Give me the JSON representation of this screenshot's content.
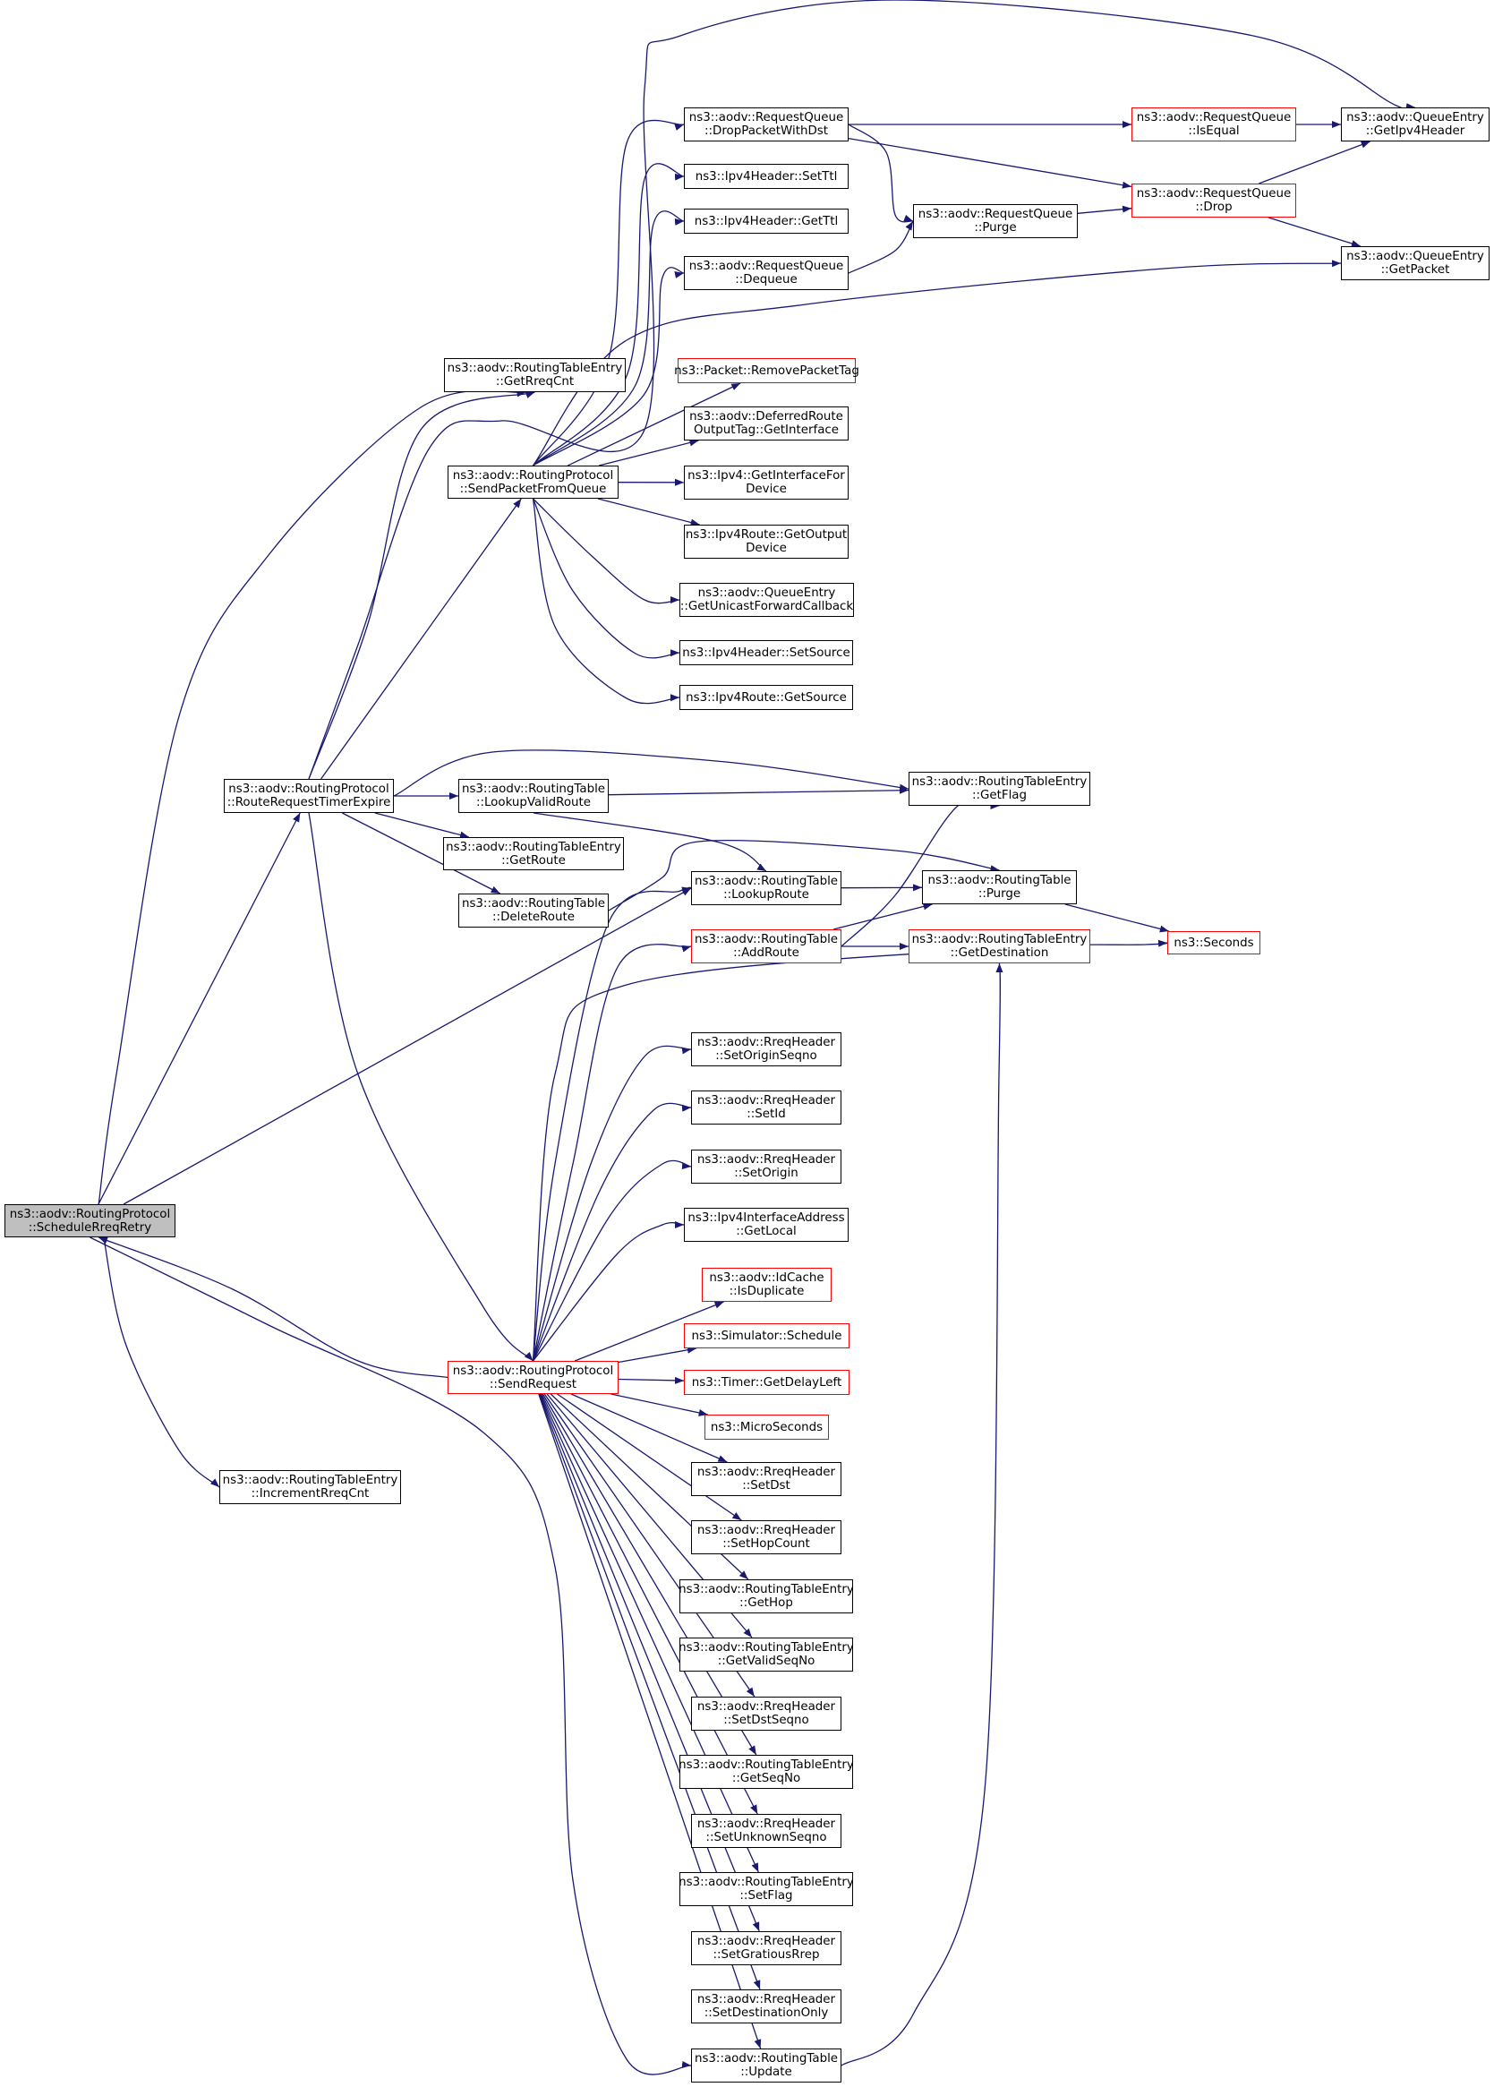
{
  "colors": {
    "edge": "#191970",
    "border": "#000000",
    "border_truncated": "#ff0000",
    "root_fill": "#bfbfbf"
  },
  "nodes": {
    "schedule_rreq_retry": {
      "lines": [
        "ns3::aodv::RoutingProtocol",
        "::ScheduleRreqRetry"
      ],
      "style": "root"
    },
    "route_request_timer_expire": {
      "lines": [
        "ns3::aodv::RoutingProtocol",
        "::RouteRequestTimerExpire"
      ],
      "style": "normal"
    },
    "increment_rreq_cnt": {
      "lines": [
        "ns3::aodv::RoutingTableEntry",
        "::IncrementRreqCnt"
      ],
      "style": "normal"
    },
    "get_rreq_cnt": {
      "lines": [
        "ns3::aodv::RoutingTableEntry",
        "::GetRreqCnt"
      ],
      "style": "normal"
    },
    "send_packet_from_queue": {
      "lines": [
        "ns3::aodv::RoutingProtocol",
        "::SendPacketFromQueue"
      ],
      "style": "normal"
    },
    "send_request": {
      "lines": [
        "ns3::aodv::RoutingProtocol",
        "::SendRequest"
      ],
      "style": "red"
    },
    "lookup_valid_route": {
      "lines": [
        "ns3::aodv::RoutingTable",
        "::LookupValidRoute"
      ],
      "style": "normal"
    },
    "rte_get_route": {
      "lines": [
        "ns3::aodv::RoutingTableEntry",
        "::GetRoute"
      ],
      "style": "normal"
    },
    "delete_route": {
      "lines": [
        "ns3::aodv::RoutingTable",
        "::DeleteRoute"
      ],
      "style": "normal"
    },
    "drop_packet_with_dst": {
      "lines": [
        "ns3::aodv::RequestQueue",
        "::DropPacketWithDst"
      ],
      "style": "normal"
    },
    "ipv4header_set_ttl": {
      "lines": [
        "ns3::Ipv4Header::SetTtl"
      ],
      "style": "normal"
    },
    "ipv4header_get_ttl": {
      "lines": [
        "ns3::Ipv4Header::GetTtl"
      ],
      "style": "normal"
    },
    "request_queue_dequeue": {
      "lines": [
        "ns3::aodv::RequestQueue",
        "::Dequeue"
      ],
      "style": "normal"
    },
    "remove_packet_tag": {
      "lines": [
        "ns3::Packet::RemovePacketTag"
      ],
      "style": "red"
    },
    "deferred_get_interface": {
      "lines": [
        "ns3::aodv::DeferredRoute",
        "OutputTag::GetInterface"
      ],
      "style": "normal"
    },
    "get_interface_for_device": {
      "lines": [
        "ns3::Ipv4::GetInterfaceFor",
        "Device"
      ],
      "style": "normal"
    },
    "get_output_device": {
      "lines": [
        "ns3::Ipv4Route::GetOutput",
        "Device"
      ],
      "style": "normal"
    },
    "get_unicast_forward_callback": {
      "lines": [
        "ns3::aodv::QueueEntry",
        "::GetUnicastForwardCallback"
      ],
      "style": "normal"
    },
    "ipv4header_set_source": {
      "lines": [
        "ns3::Ipv4Header::SetSource"
      ],
      "style": "normal"
    },
    "ipv4route_get_source": {
      "lines": [
        "ns3::Ipv4Route::GetSource"
      ],
      "style": "normal"
    },
    "lookup_route": {
      "lines": [
        "ns3::aodv::RoutingTable",
        "::LookupRoute"
      ],
      "style": "normal"
    },
    "add_route": {
      "lines": [
        "ns3::aodv::RoutingTable",
        "::AddRoute"
      ],
      "style": "red"
    },
    "set_origin_seqno": {
      "lines": [
        "ns3::aodv::RreqHeader",
        "::SetOriginSeqno"
      ],
      "style": "normal"
    },
    "set_id": {
      "lines": [
        "ns3::aodv::RreqHeader",
        "::SetId"
      ],
      "style": "normal"
    },
    "set_origin": {
      "lines": [
        "ns3::aodv::RreqHeader",
        "::SetOrigin"
      ],
      "style": "normal"
    },
    "get_local": {
      "lines": [
        "ns3::Ipv4InterfaceAddress",
        "::GetLocal"
      ],
      "style": "normal"
    },
    "is_duplicate": {
      "lines": [
        "ns3::aodv::IdCache",
        "::IsDuplicate"
      ],
      "style": "red"
    },
    "simulator_schedule": {
      "lines": [
        "ns3::Simulator::Schedule"
      ],
      "style": "red"
    },
    "get_delay_left": {
      "lines": [
        "ns3::Timer::GetDelayLeft"
      ],
      "style": "red"
    },
    "micro_seconds": {
      "lines": [
        "ns3::MicroSeconds"
      ],
      "style": "red"
    },
    "set_dst": {
      "lines": [
        "ns3::aodv::RreqHeader",
        "::SetDst"
      ],
      "style": "normal"
    },
    "set_hop_count": {
      "lines": [
        "ns3::aodv::RreqHeader",
        "::SetHopCount"
      ],
      "style": "normal"
    },
    "get_hop": {
      "lines": [
        "ns3::aodv::RoutingTableEntry",
        "::GetHop"
      ],
      "style": "normal"
    },
    "get_valid_seq_no": {
      "lines": [
        "ns3::aodv::RoutingTableEntry",
        "::GetValidSeqNo"
      ],
      "style": "normal"
    },
    "set_dst_seqno": {
      "lines": [
        "ns3::aodv::RreqHeader",
        "::SetDstSeqno"
      ],
      "style": "normal"
    },
    "get_seq_no": {
      "lines": [
        "ns3::aodv::RoutingTableEntry",
        "::GetSeqNo"
      ],
      "style": "normal"
    },
    "set_unknown_seqno": {
      "lines": [
        "ns3::aodv::RreqHeader",
        "::SetUnknownSeqno"
      ],
      "style": "normal"
    },
    "set_flag": {
      "lines": [
        "ns3::aodv::RoutingTableEntry",
        "::SetFlag"
      ],
      "style": "normal"
    },
    "set_gratious_rrep": {
      "lines": [
        "ns3::aodv::RreqHeader",
        "::SetGratiousRrep"
      ],
      "style": "normal"
    },
    "set_destination_only": {
      "lines": [
        "ns3::aodv::RreqHeader",
        "::SetDestinationOnly"
      ],
      "style": "normal"
    },
    "rt_update": {
      "lines": [
        "ns3::aodv::RoutingTable",
        "::Update"
      ],
      "style": "normal"
    },
    "purge_queue": {
      "lines": [
        "ns3::aodv::RequestQueue",
        "::Purge"
      ],
      "style": "normal"
    },
    "is_equal": {
      "lines": [
        "ns3::aodv::RequestQueue",
        "::IsEqual"
      ],
      "style": "red"
    },
    "rq_drop": {
      "lines": [
        "ns3::aodv::RequestQueue",
        "::Drop"
      ],
      "style": "red"
    },
    "get_flag": {
      "lines": [
        "ns3::aodv::RoutingTableEntry",
        "::GetFlag"
      ],
      "style": "normal"
    },
    "rt_purge": {
      "lines": [
        "ns3::aodv::RoutingTable",
        "::Purge"
      ],
      "style": "normal"
    },
    "get_destination": {
      "lines": [
        "ns3::aodv::RoutingTableEntry",
        "::GetDestination"
      ],
      "style": "red"
    },
    "get_ipv4_header": {
      "lines": [
        "ns3::aodv::QueueEntry",
        "::GetIpv4Header"
      ],
      "style": "normal"
    },
    "get_packet": {
      "lines": [
        "ns3::aodv::QueueEntry",
        "::GetPacket"
      ],
      "style": "normal"
    },
    "seconds": {
      "lines": [
        "ns3::Seconds"
      ],
      "style": "red"
    }
  },
  "edges": [
    [
      "schedule_rreq_retry",
      "get_rreq_cnt"
    ],
    [
      "schedule_rreq_retry",
      "route_request_timer_expire"
    ],
    [
      "schedule_rreq_retry",
      "lookup_route"
    ],
    [
      "schedule_rreq_retry",
      "increment_rreq_cnt"
    ],
    [
      "schedule_rreq_retry",
      "rt_update"
    ],
    [
      "send_request",
      "schedule_rreq_retry"
    ],
    [
      "route_request_timer_expire",
      "get_rreq_cnt"
    ],
    [
      "route_request_timer_expire",
      "send_packet_from_queue"
    ],
    [
      "route_request_timer_expire",
      "get_flag"
    ],
    [
      "route_request_timer_expire",
      "lookup_valid_route"
    ],
    [
      "route_request_timer_expire",
      "rte_get_route"
    ],
    [
      "route_request_timer_expire",
      "delete_route"
    ],
    [
      "route_request_timer_expire",
      "send_request"
    ],
    [
      "route_request_timer_expire",
      "get_ipv4_header"
    ],
    [
      "send_packet_from_queue",
      "drop_packet_with_dst"
    ],
    [
      "send_packet_from_queue",
      "ipv4header_set_ttl"
    ],
    [
      "send_packet_from_queue",
      "ipv4header_get_ttl"
    ],
    [
      "send_packet_from_queue",
      "request_queue_dequeue"
    ],
    [
      "send_packet_from_queue",
      "get_packet"
    ],
    [
      "send_packet_from_queue",
      "remove_packet_tag"
    ],
    [
      "send_packet_from_queue",
      "deferred_get_interface"
    ],
    [
      "send_packet_from_queue",
      "get_interface_for_device"
    ],
    [
      "send_packet_from_queue",
      "get_output_device"
    ],
    [
      "send_packet_from_queue",
      "get_unicast_forward_callback"
    ],
    [
      "send_packet_from_queue",
      "ipv4header_set_source"
    ],
    [
      "send_packet_from_queue",
      "ipv4route_get_source"
    ],
    [
      "drop_packet_with_dst",
      "is_equal"
    ],
    [
      "drop_packet_with_dst",
      "rq_drop"
    ],
    [
      "drop_packet_with_dst",
      "purge_queue"
    ],
    [
      "request_queue_dequeue",
      "purge_queue"
    ],
    [
      "purge_queue",
      "rq_drop"
    ],
    [
      "is_equal",
      "get_ipv4_header"
    ],
    [
      "rq_drop",
      "get_ipv4_header"
    ],
    [
      "rq_drop",
      "get_packet"
    ],
    [
      "lookup_valid_route",
      "get_flag"
    ],
    [
      "lookup_valid_route",
      "lookup_route"
    ],
    [
      "delete_route",
      "rt_purge"
    ],
    [
      "lookup_route",
      "rt_purge"
    ],
    [
      "add_route",
      "rt_purge"
    ],
    [
      "add_route",
      "get_flag"
    ],
    [
      "add_route",
      "get_destination"
    ],
    [
      "rt_purge",
      "seconds"
    ],
    [
      "rt_update",
      "get_destination"
    ],
    [
      "send_request",
      "lookup_route"
    ],
    [
      "send_request",
      "add_route"
    ],
    [
      "send_request",
      "seconds"
    ],
    [
      "send_request",
      "set_origin_seqno"
    ],
    [
      "send_request",
      "set_id"
    ],
    [
      "send_request",
      "set_origin"
    ],
    [
      "send_request",
      "get_local"
    ],
    [
      "send_request",
      "is_duplicate"
    ],
    [
      "send_request",
      "simulator_schedule"
    ],
    [
      "send_request",
      "get_delay_left"
    ],
    [
      "send_request",
      "micro_seconds"
    ],
    [
      "send_request",
      "set_dst"
    ],
    [
      "send_request",
      "set_hop_count"
    ],
    [
      "send_request",
      "get_hop"
    ],
    [
      "send_request",
      "get_valid_seq_no"
    ],
    [
      "send_request",
      "set_dst_seqno"
    ],
    [
      "send_request",
      "get_seq_no"
    ],
    [
      "send_request",
      "set_unknown_seqno"
    ],
    [
      "send_request",
      "set_flag"
    ],
    [
      "send_request",
      "set_gratious_rrep"
    ],
    [
      "send_request",
      "set_destination_only"
    ],
    [
      "send_request",
      "rt_update"
    ]
  ]
}
